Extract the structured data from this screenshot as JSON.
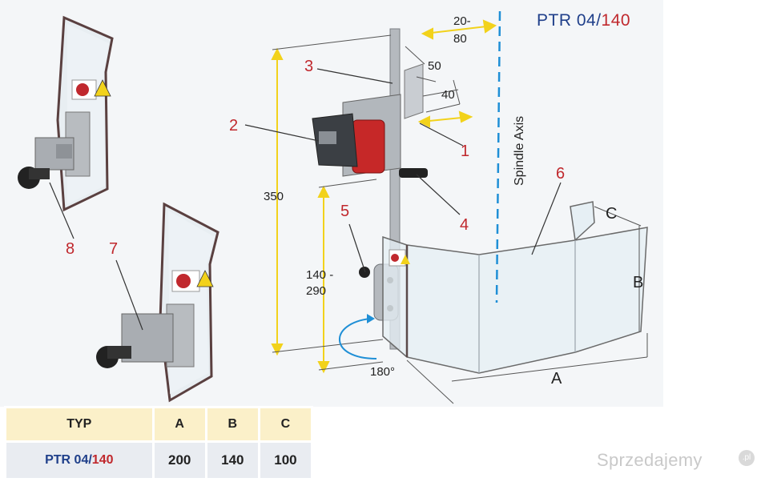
{
  "title": {
    "model": "PTR 04/",
    "size": "140"
  },
  "axis_label": "Spindle Axis",
  "dimensions": {
    "d20_80_top": "20-",
    "d20_80_bottom": "80",
    "d50": "50",
    "d40": "40",
    "d350": "350",
    "d140_290_top": "140 -",
    "d140_290_bottom": "290",
    "d180": "180°",
    "A": "A",
    "B": "B",
    "C": "C"
  },
  "callouts": [
    "1",
    "2",
    "3",
    "4",
    "5",
    "6",
    "7",
    "8"
  ],
  "table": {
    "headers": [
      "TYP",
      "A",
      "B",
      "C"
    ],
    "row": {
      "typ_model": "PTR 04/",
      "typ_size": "140",
      "A": "200",
      "B": "140",
      "C": "100"
    }
  },
  "watermark": {
    "text": "Sprzedajemy",
    "badge": ".pl"
  },
  "colors": {
    "title_blue": "#1f3f8a",
    "accent_red": "#c0282d",
    "dim_yellow": "#f2d21b",
    "axis_blue": "#1f8fd6",
    "header_bg": "#fbf0c9",
    "row_bg": "#e9ecf1"
  }
}
